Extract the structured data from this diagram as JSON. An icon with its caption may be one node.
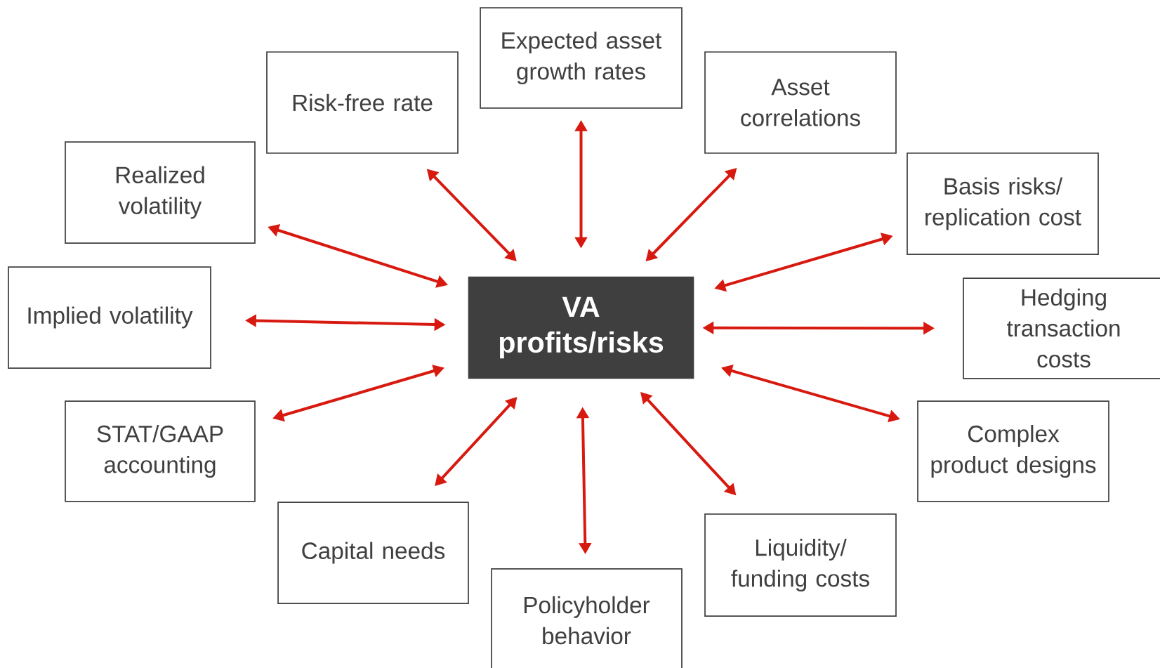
{
  "diagram": {
    "nodes": [
      {
        "text": [
          "VA profits/risks"
        ]
      },
      {
        "text": [
          "Expected asset growth rates"
        ]
      },
      {
        "text": [
          "Risk-free rate"
        ]
      },
      {
        "text": [
          "Asset correlations"
        ]
      },
      {
        "text": [
          "Realized volatility"
        ]
      },
      {
        "text": [
          "Basis risks/ replication cost"
        ]
      },
      {
        "text": [
          "Implied volatility"
        ]
      },
      {
        "text": [
          "Hedging transaction costs"
        ]
      },
      {
        "text": [
          "STAT/GAAP accounting"
        ]
      },
      {
        "text": [
          "Complex product designs"
        ]
      },
      {
        "text": [
          "Capital needs"
        ]
      },
      {
        "text": [
          "Liquidity/ funding costs"
        ]
      },
      {
        "text": [
          "Policyholder behavior"
        ]
      }
    ],
    "edges": [
      {
        "from": 0,
        "to": 1,
        "arrow": "both"
      },
      {
        "from": 0,
        "to": 2,
        "arrow": "both"
      },
      {
        "from": 0,
        "to": 3,
        "arrow": "both"
      },
      {
        "from": 0,
        "to": 4,
        "arrow": "both"
      },
      {
        "from": 0,
        "to": 5,
        "arrow": "both"
      },
      {
        "from": 0,
        "to": 6,
        "arrow": "both"
      },
      {
        "from": 0,
        "to": 7,
        "arrow": "both"
      },
      {
        "from": 0,
        "to": 8,
        "arrow": "both"
      },
      {
        "from": 0,
        "to": 9,
        "arrow": "both"
      },
      {
        "from": 0,
        "to": 10,
        "arrow": "both"
      },
      {
        "from": 0,
        "to": 11,
        "arrow": "both"
      },
      {
        "from": 0,
        "to": 12,
        "arrow": "both"
      }
    ]
  }
}
